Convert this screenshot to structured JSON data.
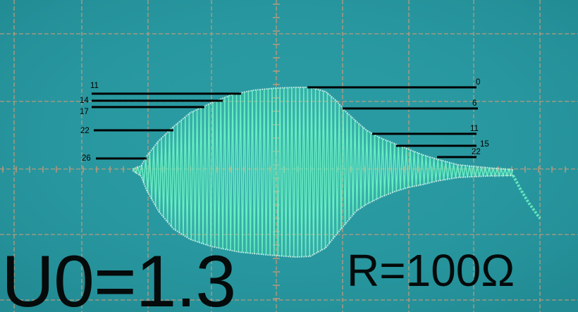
{
  "screen": {
    "background": "#2a9aa2",
    "grid_color": "#c79a7a",
    "trace_color": "#6cf5c4"
  },
  "annotations": {
    "left": [
      {
        "label": "11"
      },
      {
        "label": "14"
      },
      {
        "label": "17"
      },
      {
        "label": "22"
      },
      {
        "label": "26"
      }
    ],
    "right": [
      {
        "label": "0"
      },
      {
        "label": "6"
      },
      {
        "label": "11"
      },
      {
        "label": "15"
      },
      {
        "label": "22"
      }
    ]
  },
  "captions": {
    "voltage": "U0=1.3",
    "resistance": "R=100Ω"
  }
}
